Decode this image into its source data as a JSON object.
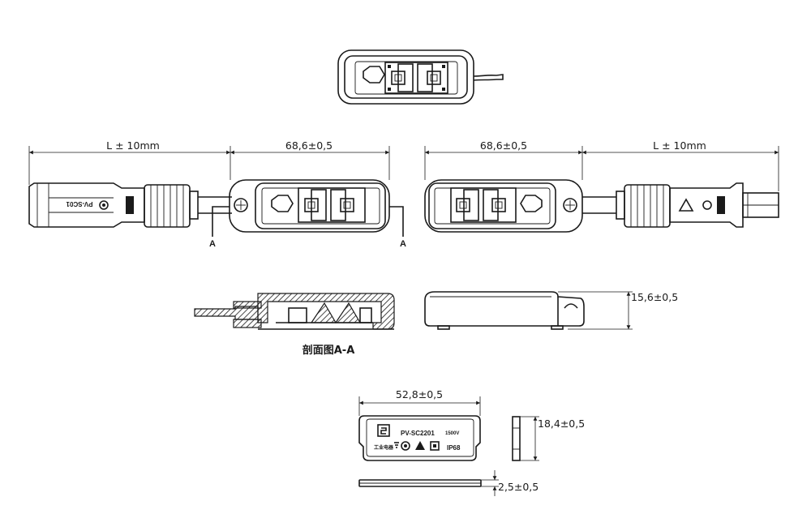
{
  "dimensions": {
    "left_cable_length": "L ± 10mm",
    "left_body_length": "68,6±0,5",
    "right_body_length": "68,6±0,5",
    "right_cable_length": "L ± 10mm",
    "side_height": "15,6±0,5",
    "lid_width": "52,8±0,5",
    "lid_height": "18,4±0,5",
    "lid_thickness": "2,5±0,5"
  },
  "labels": {
    "section_marker_left": "A",
    "section_marker_right": "A",
    "section_title": "剖面图A-A",
    "connector_print": "PV-SC01"
  },
  "lid": {
    "model": "PV-SC2201",
    "voltage": "1500V",
    "rating": "IP68",
    "brand_text": "工业电器"
  },
  "icons": [
    "ground-symbol-icon",
    "circle-mark-icon",
    "warning-triangle-icon",
    "square-mark-icon"
  ]
}
